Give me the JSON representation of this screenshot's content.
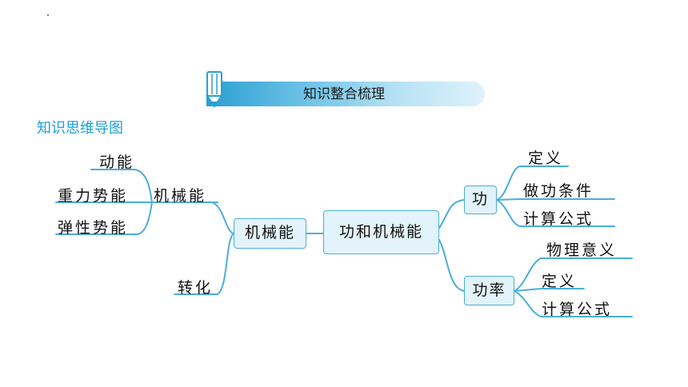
{
  "banner": {
    "title": "知识整合梳理"
  },
  "subtitle": "知识思维导图",
  "center": "功和机械能",
  "left": {
    "node": "机械能",
    "branch_upper": "机械能",
    "upper_leaves": [
      "动能",
      "重力势能",
      "弹性势能"
    ],
    "branch_lower": "转化"
  },
  "right": {
    "work": {
      "label": "功",
      "items": [
        "定义",
        "做功条件",
        "计算公式"
      ]
    },
    "power": {
      "label": "功率",
      "items": [
        "物理意义",
        "定义",
        "计算公式"
      ]
    }
  },
  "colors": {
    "line": "#4aaed8",
    "node_fill": "#e3f3fb",
    "accent": "#1e9fd8"
  }
}
